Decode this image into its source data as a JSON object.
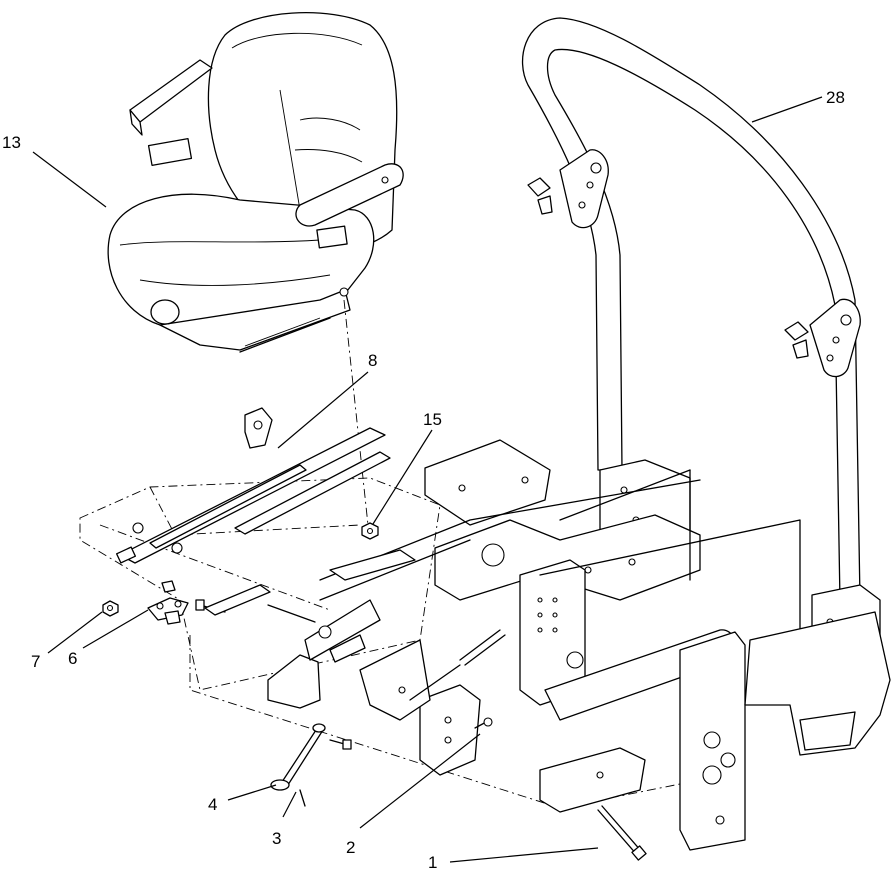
{
  "callouts": [
    {
      "id": "c1",
      "label": "1"
    },
    {
      "id": "c2",
      "label": "2"
    },
    {
      "id": "c3",
      "label": "3"
    },
    {
      "id": "c4",
      "label": "4"
    },
    {
      "id": "c6",
      "label": "6"
    },
    {
      "id": "c7",
      "label": "7"
    },
    {
      "id": "c8",
      "label": "8"
    },
    {
      "id": "c13",
      "label": "13"
    },
    {
      "id": "c15",
      "label": "15"
    },
    {
      "id": "c28",
      "label": "28"
    }
  ]
}
